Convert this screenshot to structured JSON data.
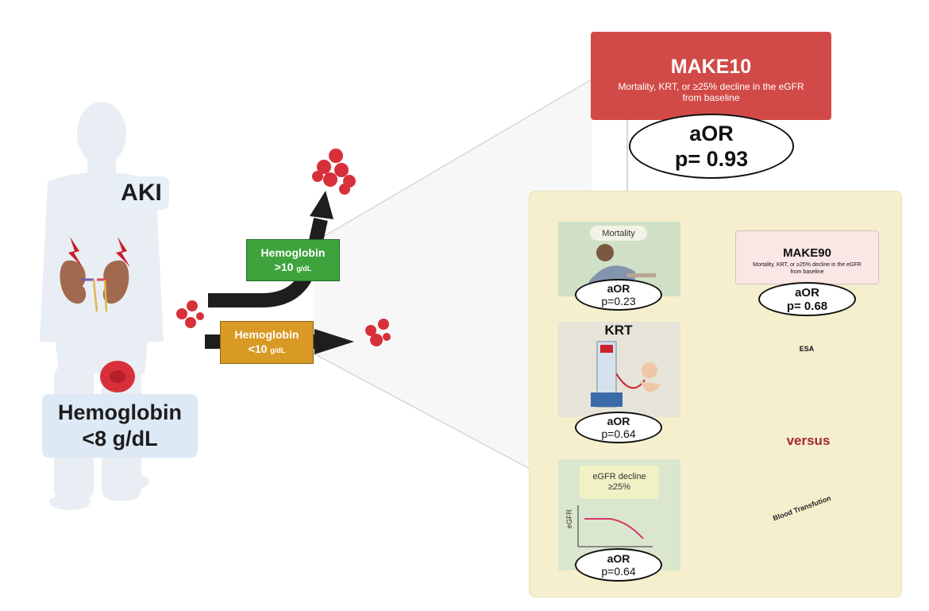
{
  "aki_label": "AKI",
  "patient_hemoglobin": {
    "line1": "Hemoglobin",
    "line2": "<8 g/dL"
  },
  "branch_high": {
    "title": "Hemoglobin",
    "value": ">10",
    "unit": "g/dL",
    "color": "#3ea33c"
  },
  "branch_low": {
    "title": "Hemoglobin",
    "value": "<10",
    "unit": "g/dL",
    "color": "#d89a24"
  },
  "make10": {
    "title": "MAKE10",
    "subtitle": "Mortality, KRT, or ≥25% decline in the eGFR from baseline",
    "or_label": "aOR",
    "p_value": "p= 0.93",
    "color": "#d14a47"
  },
  "mortality": {
    "label": "Mortality",
    "or_label": "aOR",
    "p_value": "p=0.23"
  },
  "krt": {
    "label": "KRT",
    "or_label": "aOR",
    "p_value": "p=0.64"
  },
  "egfr_decline": {
    "line1": "eGFR decline",
    "line2": "≥25%",
    "axis_label": "eGFR",
    "or_label": "aOR",
    "p_value": "p=0.64"
  },
  "make90": {
    "title": "MAKE90",
    "subtitle": "Mortality, KRT, or ≥25% decline in the eGFR from baseline",
    "or_label": "aOR",
    "p_value": "p= 0.68"
  },
  "esa_label": "ESA",
  "versus_label": "versus",
  "blood_transfusion_label": "Blood Transfution",
  "colors": {
    "panel": "#f5efcd",
    "versus": "#a32a33",
    "blood_red": "#d8303a"
  }
}
